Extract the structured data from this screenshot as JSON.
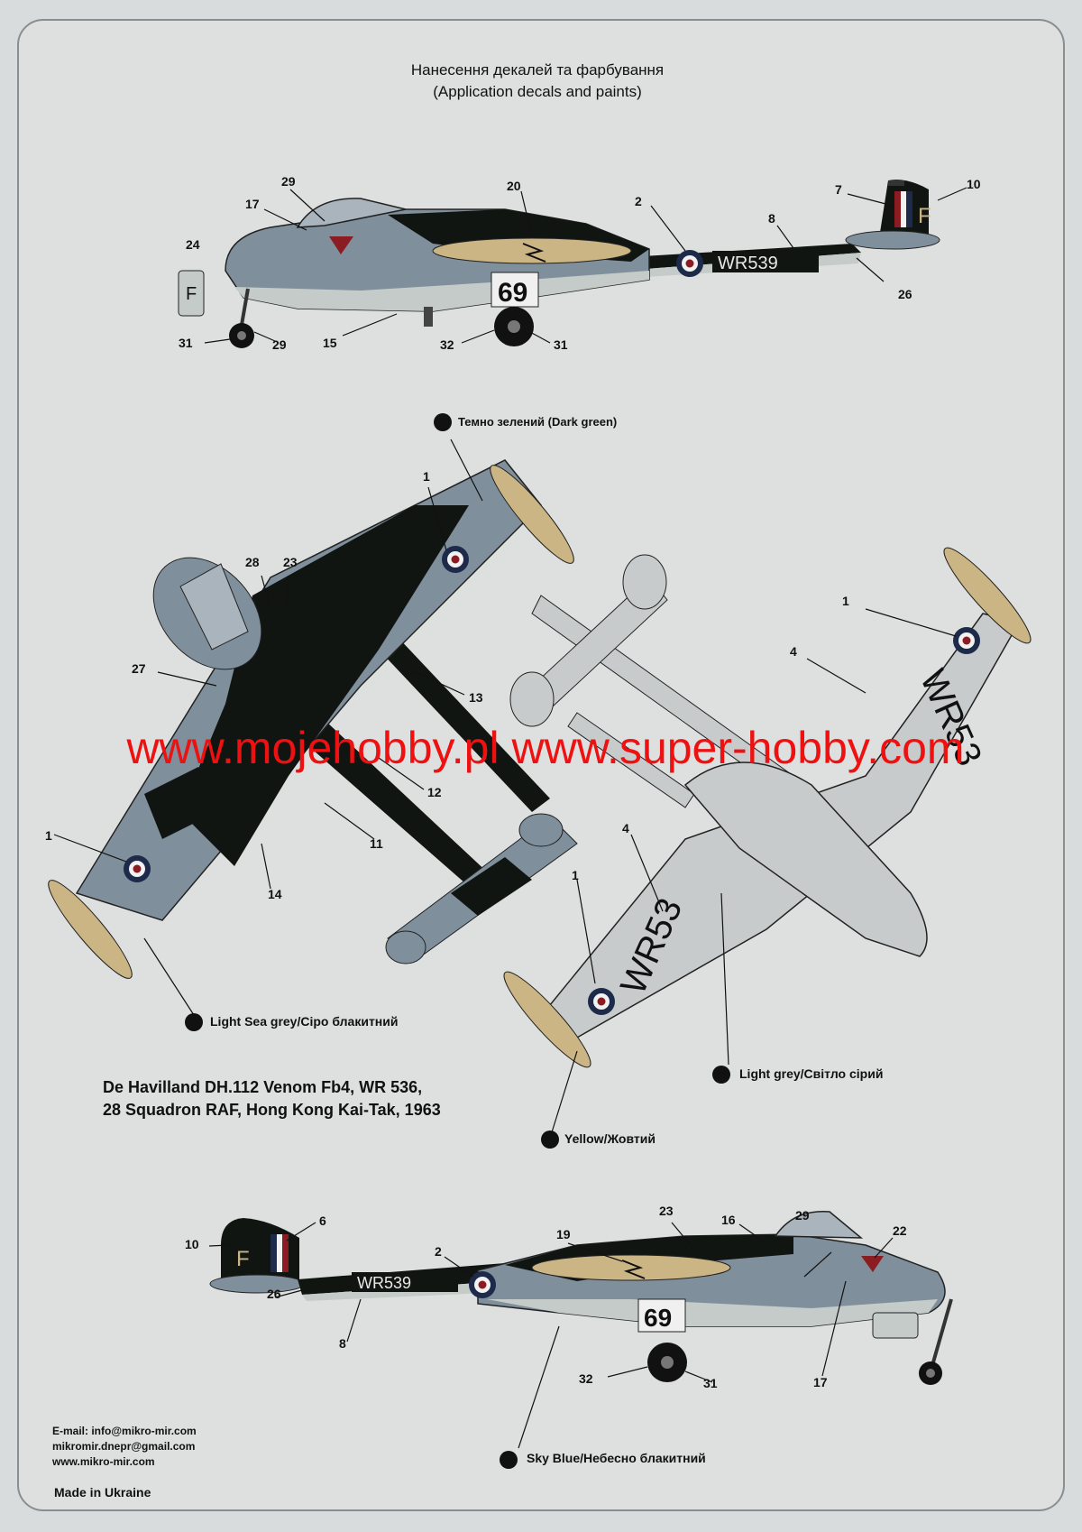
{
  "header": {
    "title_ua": "Нанесення декалей та фарбування",
    "title_en": "(Application decals and paints)"
  },
  "colors": {
    "dark_green": "#111512",
    "light_sea_grey": "#7f8f9b",
    "light_grey": "#c8cbcb",
    "yellow": "#cbb585",
    "sky_blue": "#c4cbc9",
    "roundel_red": "#8a1c22",
    "roundel_blue": "#1d2a4a"
  },
  "paints": {
    "dark_green": "Темно зелений (Dark green)",
    "light_sea_grey": "Light Sea grey/Сіро блакитний",
    "light_grey": "Light grey/Світло сірий",
    "yellow": "Yellow/Жовтий",
    "sky_blue": "Sky Blue/Небесно блакитний"
  },
  "markings": {
    "serial": "WR539",
    "serial_underside": "WR53",
    "code_letter": "F",
    "nose_number": "69"
  },
  "callouts": {
    "top_side": [
      "29",
      "17",
      "20",
      "2",
      "7",
      "10",
      "8",
      "24",
      "26",
      "31",
      "29",
      "15",
      "32",
      "31"
    ],
    "upper_plan": [
      "1",
      "28",
      "23",
      "27",
      "13",
      "12",
      "11",
      "1",
      "14"
    ],
    "lower_plan": [
      "1",
      "4",
      "4",
      "1"
    ],
    "bottom_side": [
      "10",
      "6",
      "2",
      "19",
      "23",
      "16",
      "29",
      "22",
      "26",
      "8",
      "32",
      "31",
      "17"
    ]
  },
  "caption": {
    "line1": "De Havilland DH.112 Venom Fb4, WR 536,",
    "line2": "28 Squadron RAF,  Hong Kong Kai-Tak, 1963"
  },
  "contact": {
    "email1": "E-mail: info@mikro-mir.com",
    "email2": "mikromir.dnepr@gmail.com",
    "web": "www.mikro-mir.com"
  },
  "made_in": "Made in Ukraine",
  "watermark": "www.mojehobby.pl www.super-hobby.com"
}
